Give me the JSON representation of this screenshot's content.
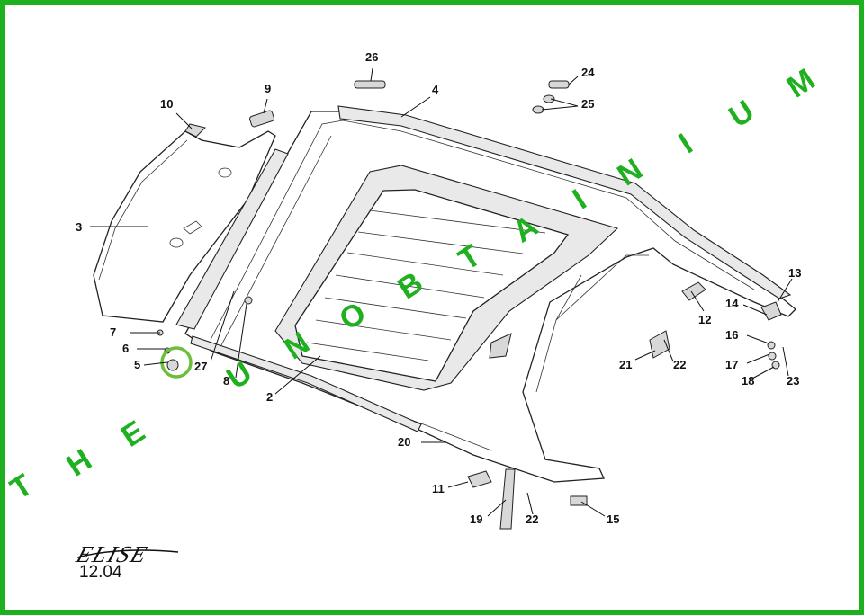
{
  "frame_color": "#1fb01f",
  "watermark": {
    "color": "#1fb01f",
    "letters": [
      "T",
      "H",
      "E",
      "U",
      "N",
      "O",
      "B",
      "T",
      "A",
      "I",
      "N",
      "I",
      "U",
      "M"
    ]
  },
  "brand_logo": "ELISE",
  "page_ref": "12.04",
  "callouts": [
    "26",
    "24",
    "25",
    "9",
    "10",
    "4",
    "3",
    "13",
    "14",
    "12",
    "7",
    "16",
    "6",
    "17",
    "5",
    "21",
    "22",
    "18",
    "23",
    "27",
    "8",
    "2",
    "20",
    "11",
    "19",
    "22",
    "15"
  ]
}
